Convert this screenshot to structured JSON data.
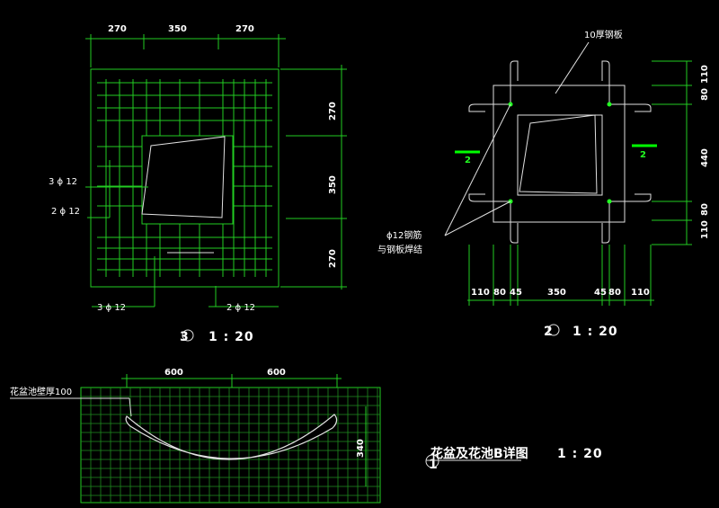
{
  "plan3": {
    "dim_top": [
      "270",
      "350",
      "270"
    ],
    "dim_right": [
      "270",
      "350",
      "270"
    ],
    "label_3phi12_upper": "3 ϕ 12",
    "label_2phi12_left": "2 ϕ 12",
    "label_3phi12_lower": "3 ϕ 12",
    "label_2phi12_right": "2 ϕ 12",
    "callout_number": "3",
    "callout_scale": "1 : 20"
  },
  "plan2": {
    "plate_note": "10厚钢板",
    "section_mark_left": "2",
    "section_mark_right": "2",
    "dim_right": [
      "110",
      "80",
      "440",
      "80",
      "110"
    ],
    "dim_bottom": [
      "110",
      "80",
      "45",
      "350",
      "45",
      "80",
      "110"
    ],
    "rebar_note_line1": "ϕ12钢筋",
    "rebar_note_line2": "与钢板焊结",
    "callout_number": "2",
    "callout_scale": "1 : 20"
  },
  "section1": {
    "dim_top": [
      "600",
      "600"
    ],
    "wall_note": "花盆池壁厚100",
    "dim_right": "340"
  },
  "drawing_title": {
    "number": "1",
    "text": "花盆及花池B详图",
    "scale": "1 : 20"
  },
  "colors": {
    "background": "#000000",
    "rebar_green": "#22cc22",
    "outline_white": "#e0e0e0",
    "highlight_green": "#00ff00"
  }
}
